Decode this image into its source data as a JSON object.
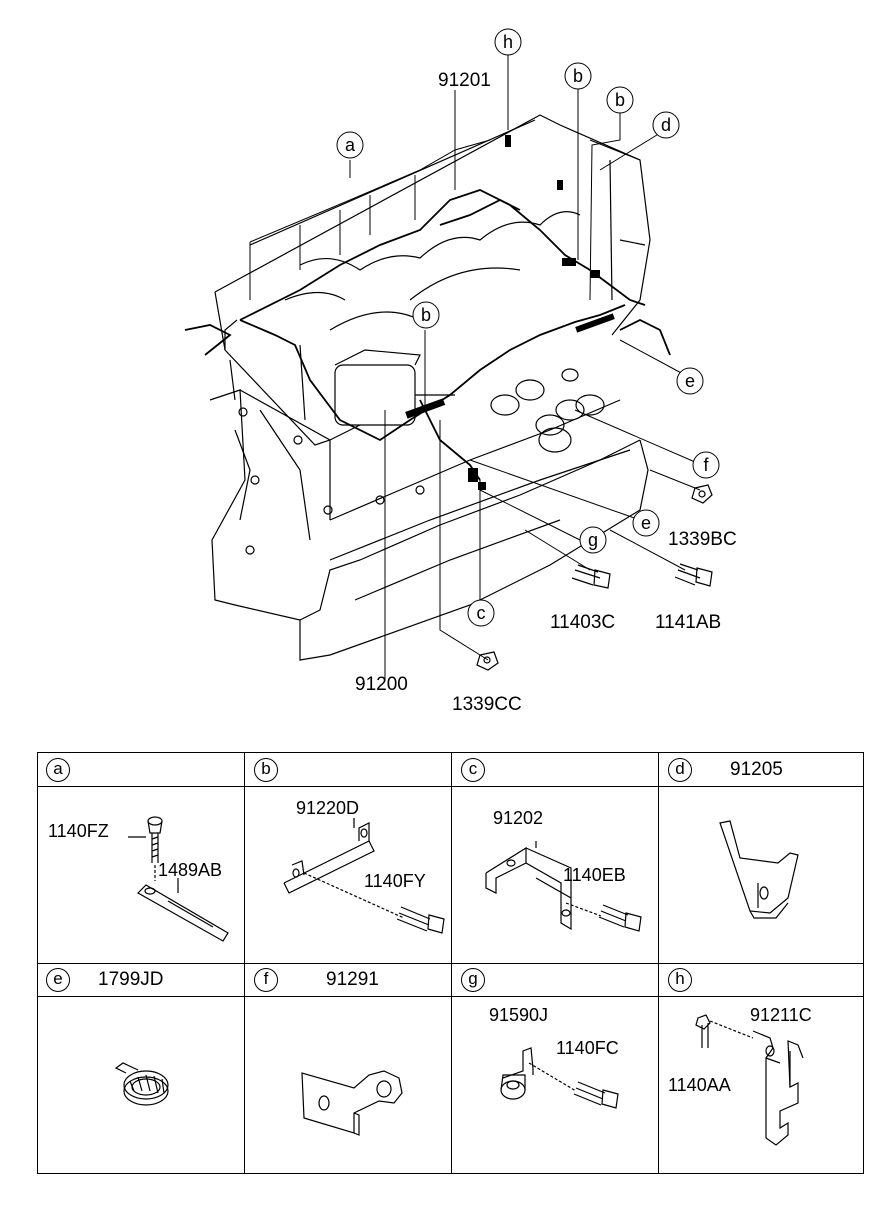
{
  "diagram": {
    "callouts": {
      "a": "a",
      "b": "b",
      "c": "c",
      "d": "d",
      "e": "e",
      "f": "f",
      "g": "g",
      "h": "h"
    },
    "part_numbers": {
      "p91201": "91201",
      "p91200": "91200",
      "p1339BC": "1339BC",
      "p11403C": "11403C",
      "p1141AB": "1141AB",
      "p1339CC": "1339CC"
    }
  },
  "table": {
    "cells": [
      {
        "key": "a",
        "number": "",
        "labels": [
          "1140FZ",
          "1489AB"
        ]
      },
      {
        "key": "b",
        "number": "",
        "labels": [
          "91220D",
          "1140FY"
        ]
      },
      {
        "key": "c",
        "number": "",
        "labels": [
          "91202",
          "1140EB"
        ]
      },
      {
        "key": "d",
        "number": "91205",
        "labels": []
      },
      {
        "key": "e",
        "number": "1799JD",
        "labels": []
      },
      {
        "key": "f",
        "number": "91291",
        "labels": []
      },
      {
        "key": "g",
        "number": "",
        "labels": [
          "91590J",
          "1140FC"
        ]
      },
      {
        "key": "h",
        "number": "",
        "labels": [
          "91211C",
          "1140AA"
        ]
      }
    ]
  }
}
